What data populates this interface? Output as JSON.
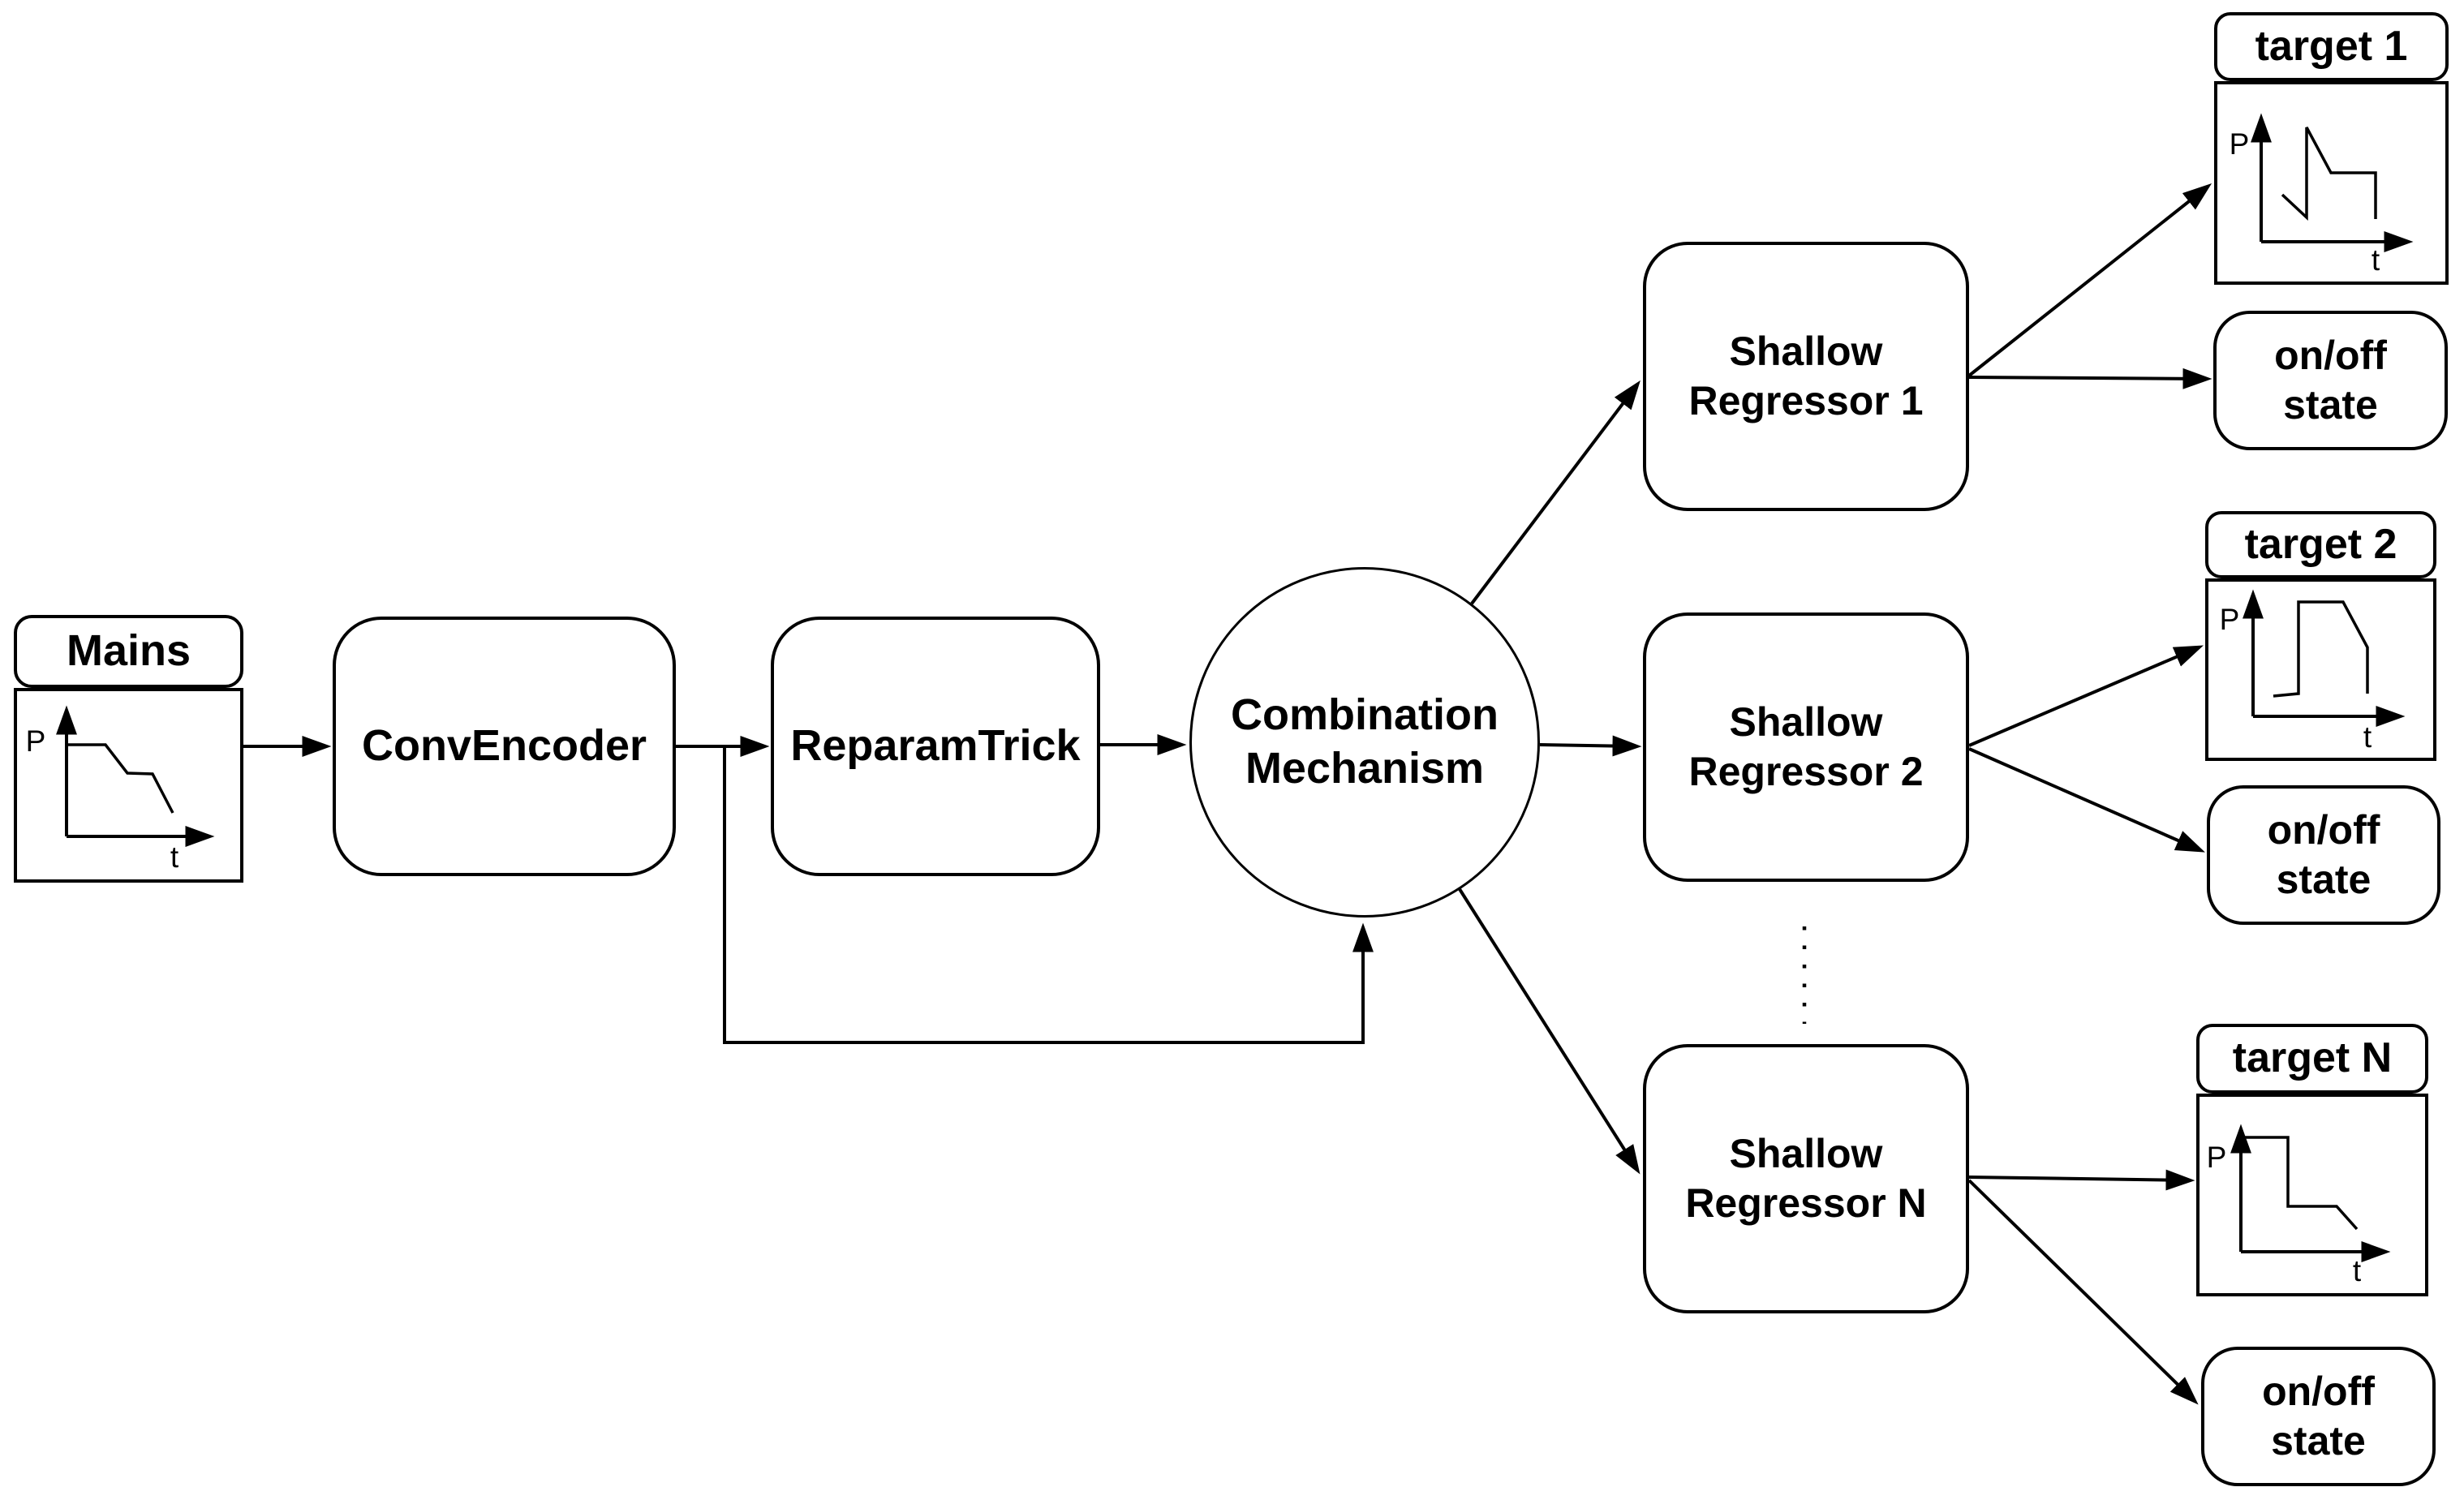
{
  "colors": {
    "background": "#ffffff",
    "stroke": "#000000",
    "text": "#000000"
  },
  "nodes": {
    "mains": {
      "title": "Mains",
      "plot": {
        "y_label": "P",
        "x_label": "t"
      }
    },
    "conv_encoder": {
      "label": "ConvEncoder"
    },
    "reparam_trick": {
      "label": "ReparamTrick"
    },
    "combination_mechanism": {
      "label": "Combination\nMechanism"
    }
  },
  "regressors": [
    {
      "label": "Shallow\nRegressor 1"
    },
    {
      "label": "Shallow\nRegressor 2"
    },
    {
      "label": "Shallow\nRegressor N"
    }
  ],
  "outputs": [
    {
      "target_title": "target 1",
      "plot": {
        "y_label": "P",
        "x_label": "t"
      },
      "state_label": "on/off\nstate"
    },
    {
      "target_title": "target 2",
      "plot": {
        "y_label": "P",
        "x_label": "t"
      },
      "state_label": "on/off\nstate"
    },
    {
      "target_title": "target N",
      "plot": {
        "y_label": "P",
        "x_label": "t"
      },
      "state_label": "on/off\nstate"
    }
  ]
}
